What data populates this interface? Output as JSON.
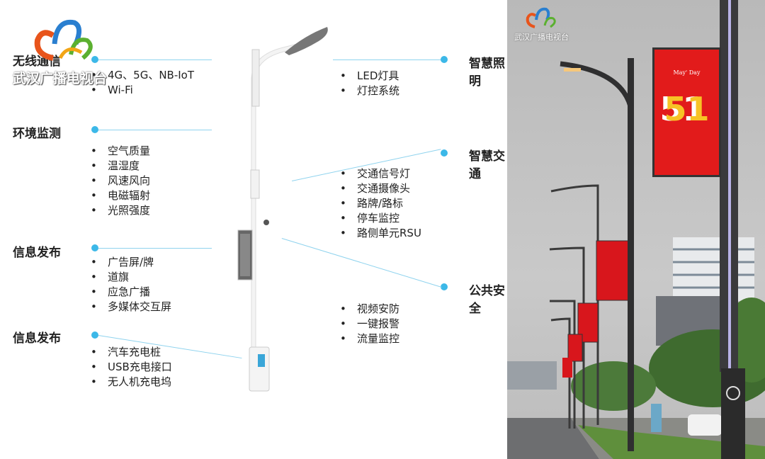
{
  "watermark": {
    "text": "武汉广播电视台"
  },
  "left_sections": [
    {
      "title": "无线通信",
      "items": [
        "4G、5G、NB-IoT",
        "Wi-Fi"
      ]
    },
    {
      "title": "环境监测",
      "items": [
        "空气质量",
        "温湿度",
        "风速风向",
        "电磁辐射",
        "光照强度"
      ]
    },
    {
      "title": "信息发布",
      "items": [
        "广告屏/牌",
        "道旗",
        "应急广播",
        "多媒体交互屏"
      ]
    },
    {
      "title": "信息发布",
      "items": [
        "汽车充电桩",
        "USB充电接口",
        "无人机充电坞"
      ]
    }
  ],
  "right_sections": [
    {
      "title": "智慧照明",
      "items": [
        "LED灯具",
        "灯控系统"
      ]
    },
    {
      "title": "智慧交通",
      "items": [
        "交通信号灯",
        "交通摄像头",
        "路牌/路标",
        "停车监控",
        "路侧单元RSU"
      ]
    },
    {
      "title": "公共安全",
      "items": [
        "视频安防",
        "一键报警",
        "流量监控"
      ]
    }
  ],
  "photo": {
    "screen_title": "May' Day",
    "screen_number": "51",
    "accent": "#e21b1b",
    "logo_text": "武汉广播电视台"
  }
}
